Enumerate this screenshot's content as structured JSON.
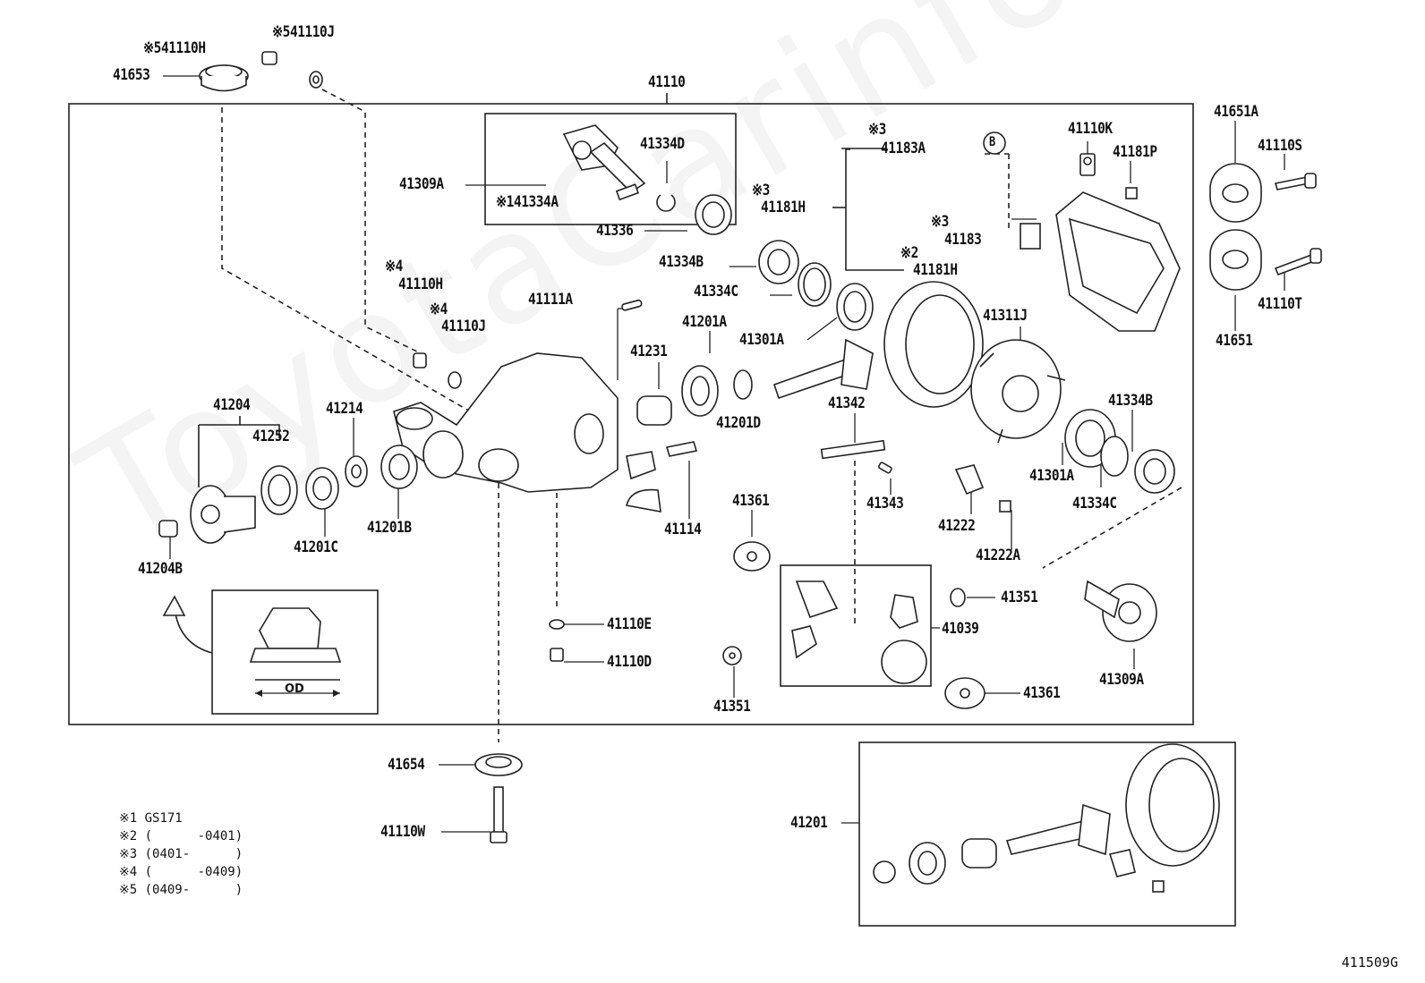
{
  "watermark": "ToyotaCarinfo.ru",
  "diagram_code": "411509G",
  "od_label": "OD",
  "labels": {
    "l41653": "41653",
    "l41110H_top": "※541110H",
    "l41110J_top": "※541110J",
    "l41110": "41110",
    "l41309A_top": "41309A",
    "l41334D": "41334D",
    "l41334A": "※141334A",
    "l41336": "41336",
    "l41183A": "41183A",
    "l41183A_mark": "※3",
    "l41181H_a": "41181H",
    "l41181H_a_mark": "※3",
    "l41183": "41183",
    "l41183_mark": "※3",
    "l41181H_b": "41181H",
    "l41181H_b_mark": "※2",
    "lB": "B",
    "l41110K": "41110K",
    "l41181P": "41181P",
    "l41651A": "41651A",
    "l41110S": "41110S",
    "l41110T": "41110T",
    "l41651": "41651",
    "l41334B_top": "41334B",
    "l41334C_top": "41334C",
    "l41301A_top": "41301A",
    "l41110H_mid": "41110H",
    "l41110H_mid_mark": "※4",
    "l41110J_mid": "41110J",
    "l41110J_mid_mark": "※4",
    "l41111A": "41111A",
    "l41231": "41231",
    "l41201A": "41201A",
    "l41201D": "41201D",
    "l41311J": "41311J",
    "l41342": "41342",
    "l41334B_right": "41334B",
    "l41301A_right": "41301A",
    "l41334C_right": "41334C",
    "l41204": "41204",
    "l41252": "41252",
    "l41214": "41214",
    "l41201B": "41201B",
    "l41201C": "41201C",
    "l41204B": "41204B",
    "l41114": "41114",
    "l41361_a": "41361",
    "l41343": "41343",
    "l41222": "41222",
    "l41222A": "41222A",
    "l41351_r": "41351",
    "l41039": "41039",
    "l41309A_r": "41309A",
    "l41110E": "41110E",
    "l41110D": "41110D",
    "l41351_b": "41351",
    "l41361_b": "41361",
    "l41654": "41654",
    "l41110W": "41110W",
    "l41201": "41201"
  },
  "notes": [
    "※1 GS171",
    "※2 (      -0401)",
    "※3 (0401-      )",
    "※4 (      -0409)",
    "※5 (0409-      )"
  ]
}
